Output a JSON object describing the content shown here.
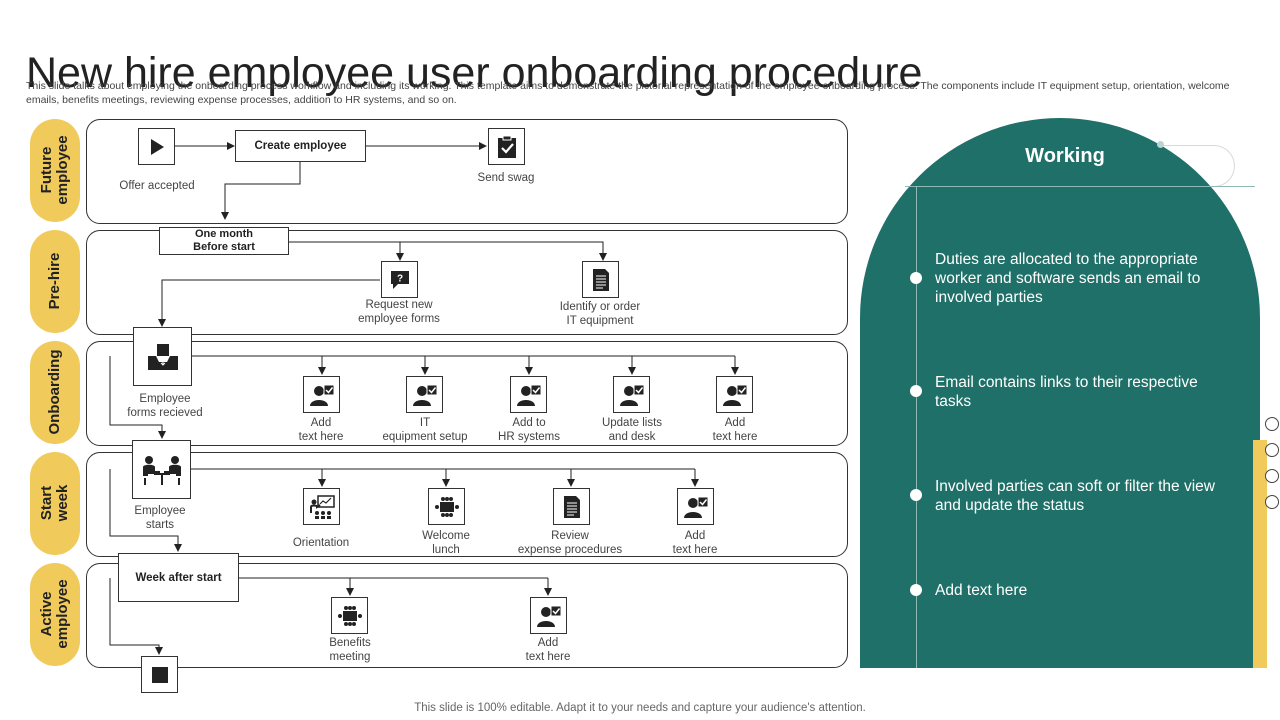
{
  "title": "New hire employee user onboarding procedure",
  "description": "This slide talks about employing the onboarding process workflow and including its working. This template aims to demonstrate the pictorial representation of the employee onboarding process. The components include IT equipment setup, orientation, welcome emails, benefits meetings, reviewing expense processes, addition to HR systems, and so on.",
  "footer": "This slide is 100% editable. Adapt it to your needs and capture your audience's attention.",
  "lanes": {
    "future": "Future\nemployee",
    "prehire": "Pre-hire",
    "onboarding": "Onboarding",
    "startweek": "Start\nweek",
    "active": "Active\nemployee"
  },
  "future": {
    "offer_accepted": "Offer accepted",
    "create_employee": "Create employee",
    "send_swag": "Send swag"
  },
  "prehire": {
    "one_month": "One month\nBefore start",
    "request_forms": "Request new\nemployee forms",
    "identify_it": "Identify or order\nIT equipment"
  },
  "onboarding": {
    "forms_received": "Employee\nforms recieved",
    "add_text_1": "Add\ntext here",
    "it_setup": "IT\nequipment setup",
    "hr_systems": "Add to\nHR systems",
    "update_lists": "Update lists\nand desk",
    "add_text_2": "Add\ntext here"
  },
  "startweek": {
    "employee_starts": "Employee\nstarts",
    "orientation": "Orientation",
    "welcome_lunch": "Welcome\nlunch",
    "review_expense": "Review\nexpense procedures",
    "add_text": "Add\ntext here"
  },
  "active": {
    "week_after": "Week after start",
    "benefits": "Benefits\nmeeting",
    "add_text": "Add\ntext here"
  },
  "working": {
    "title": "Working",
    "items": [
      "Duties are allocated to the appropriate worker and software sends an email to involved parties",
      "Email contains links to their respective tasks",
      "Involved  parties can soft or filter the view and update the status",
      "Add text here"
    ]
  },
  "colors": {
    "teal": "#1e7068",
    "yellow": "#f0cb5c"
  },
  "icons": {
    "offer": "play-icon",
    "swag": "clipboard-check-icon",
    "request": "question-chat-icon",
    "it": "document-icon",
    "forms": "inbox-tray-icon",
    "user": "user-check-icon",
    "starts": "people-table-icon",
    "orientation": "presentation-icon",
    "meeting": "meeting-table-icon",
    "end": "stop-icon"
  }
}
